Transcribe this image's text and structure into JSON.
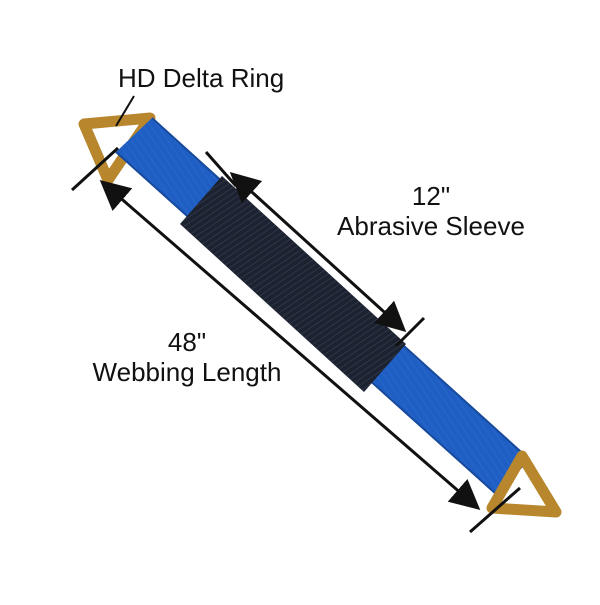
{
  "labels": {
    "delta_ring": "HD Delta Ring",
    "sleeve_length": "12\"",
    "sleeve_name": "Abrasive Sleeve",
    "webbing_length": "48\"",
    "webbing_name": "Webbing Length"
  },
  "colors": {
    "webbing": "#1f5fc4",
    "webbing_dark": "#174a9c",
    "sleeve": "#1c2230",
    "ring": "#b8862c",
    "ring_dark": "#8a5f17",
    "dimension": "#111111"
  }
}
